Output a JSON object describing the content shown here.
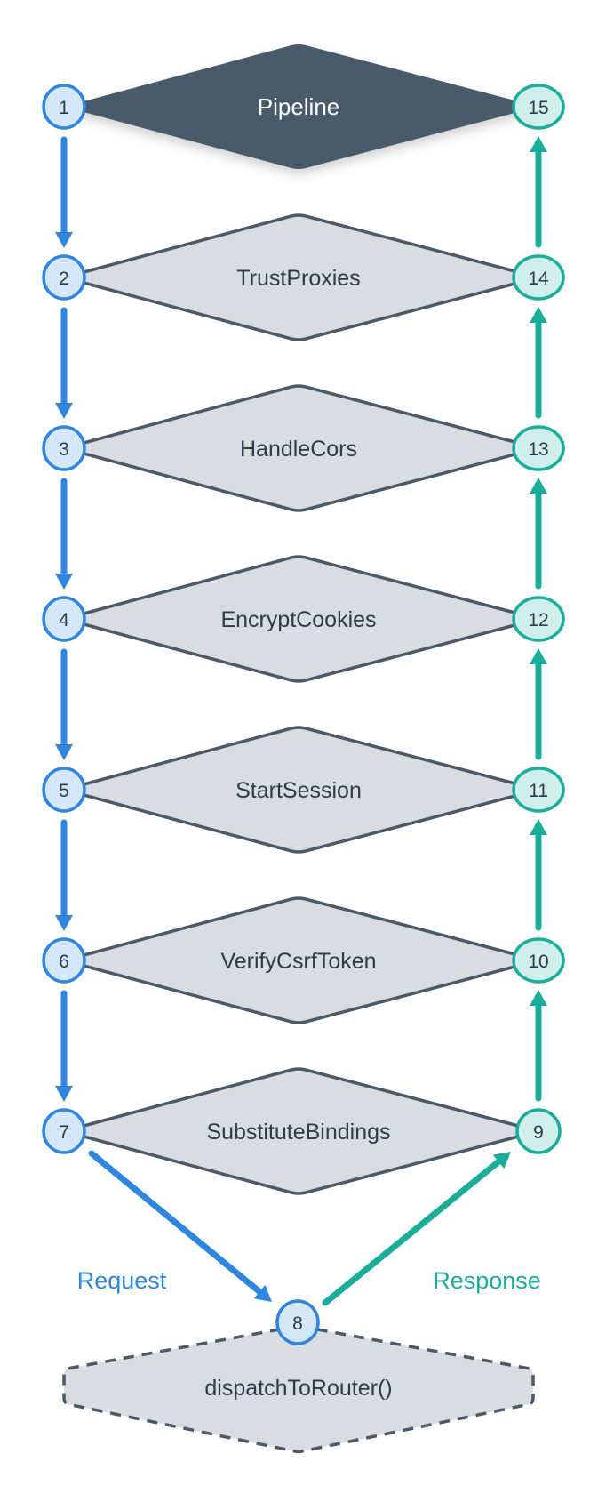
{
  "diagram": {
    "stages": [
      {
        "label": "Pipeline",
        "in": "1",
        "out": "15",
        "style": "primary"
      },
      {
        "label": "TrustProxies",
        "in": "2",
        "out": "14"
      },
      {
        "label": "HandleCors",
        "in": "3",
        "out": "13"
      },
      {
        "label": "EncryptCookies",
        "in": "4",
        "out": "12"
      },
      {
        "label": "StartSession",
        "in": "5",
        "out": "11"
      },
      {
        "label": "VerifyCsrfToken",
        "in": "6",
        "out": "10"
      },
      {
        "label": "SubstituteBindings",
        "in": "7",
        "out": "9"
      }
    ],
    "core": {
      "label": "dispatchToRouter()",
      "num": "8"
    },
    "request_label": "Request",
    "response_label": "Response",
    "colors": {
      "request": "#2e86de",
      "response": "#1aae9a",
      "primary_fill": "#4a5a6a",
      "stage_fill": "#d9dde1",
      "stroke": "#4a5a6a",
      "request_circle": "#d4e6f8",
      "response_circle": "#d0eeea"
    }
  }
}
